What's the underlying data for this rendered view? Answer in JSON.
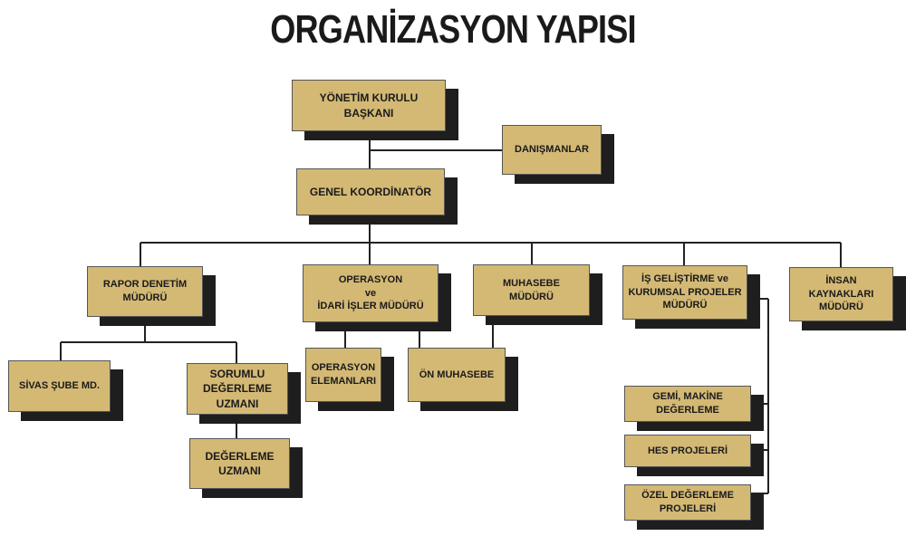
{
  "title": "ORGANİZASYON YAPISI",
  "nodes": {
    "yonetim": "YÖNETİM KURULU\nBAŞKANI",
    "danismanlar": "DANIŞMANLAR",
    "genel": "GENEL KOORDİNATÖR",
    "rapor": "RAPOR DENETİM\nMÜDÜRÜ",
    "operasyon": "OPERASYON\nve\nİDARİ İŞLER MÜDÜRÜ",
    "muhasebe": "MUHASEBE\nMÜDÜRÜ",
    "is_gelistirme": "İŞ GELİŞTİRME ve\nKURUMSAL PROJELER\nMÜDÜRÜ",
    "insan": "İNSAN\nKAYNAKLARI\nMÜDÜRÜ",
    "sivas": "SİVAS ŞUBE MD.",
    "sorumlu": "SORUMLU\nDEĞERLEME\nUZMANI",
    "degerleme_uzmani": "DEĞERLEME\nUZMANI",
    "operasyon_elemanlari": "OPERASYON\nELEMANLARI",
    "on_muhasebe": "ÖN MUHASEBE",
    "gemi": "GEMİ, MAKİNE\nDEĞERLEME",
    "hes": "HES PROJELERİ",
    "ozel": "ÖZEL DEĞERLEME\nPROJELERİ"
  }
}
